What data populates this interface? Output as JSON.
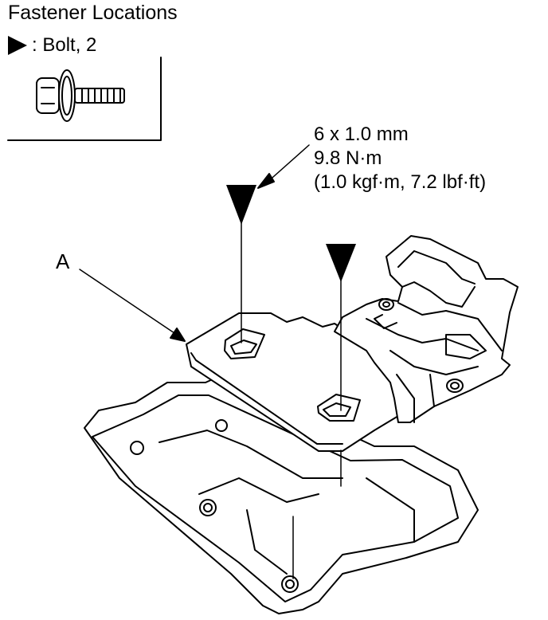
{
  "header": {
    "title": "Fastener Locations"
  },
  "legend": {
    "symbol": "filled-triangle-marker",
    "label": ": Bolt, 2"
  },
  "torque_spec": {
    "line1": "6 x 1.0 mm",
    "line2": "9.8 N·m",
    "line3": "(1.0 kgf·m, 7.2 lbf·ft)"
  },
  "callouts": {
    "part_a": "A"
  },
  "colors": {
    "ink": "#000000",
    "paper": "#ffffff"
  }
}
